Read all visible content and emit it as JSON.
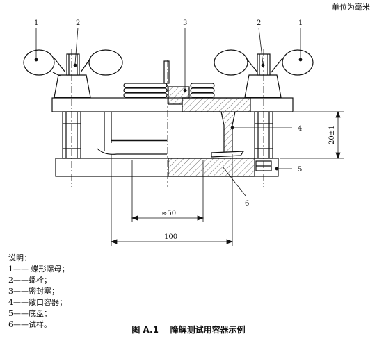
{
  "unit_note": "单位为毫米",
  "callouts": {
    "c1_left": "1",
    "c2_left": "2",
    "c3": "3",
    "c2_right": "2",
    "c1_right": "1",
    "c4": "4",
    "c5": "5",
    "c6": "6"
  },
  "dimensions": {
    "height": "20±1",
    "inner": "≈50",
    "outer": "100"
  },
  "legend": {
    "title": "说明：",
    "items": [
      "1—— 蝶形螺母；",
      "2——螺栓；",
      "3——密封塞；",
      "4——敞口容器；",
      "5——底盘；",
      "6——试样。"
    ]
  },
  "caption": {
    "number": "图 A.1",
    "title": "降解测试用容器示例"
  }
}
